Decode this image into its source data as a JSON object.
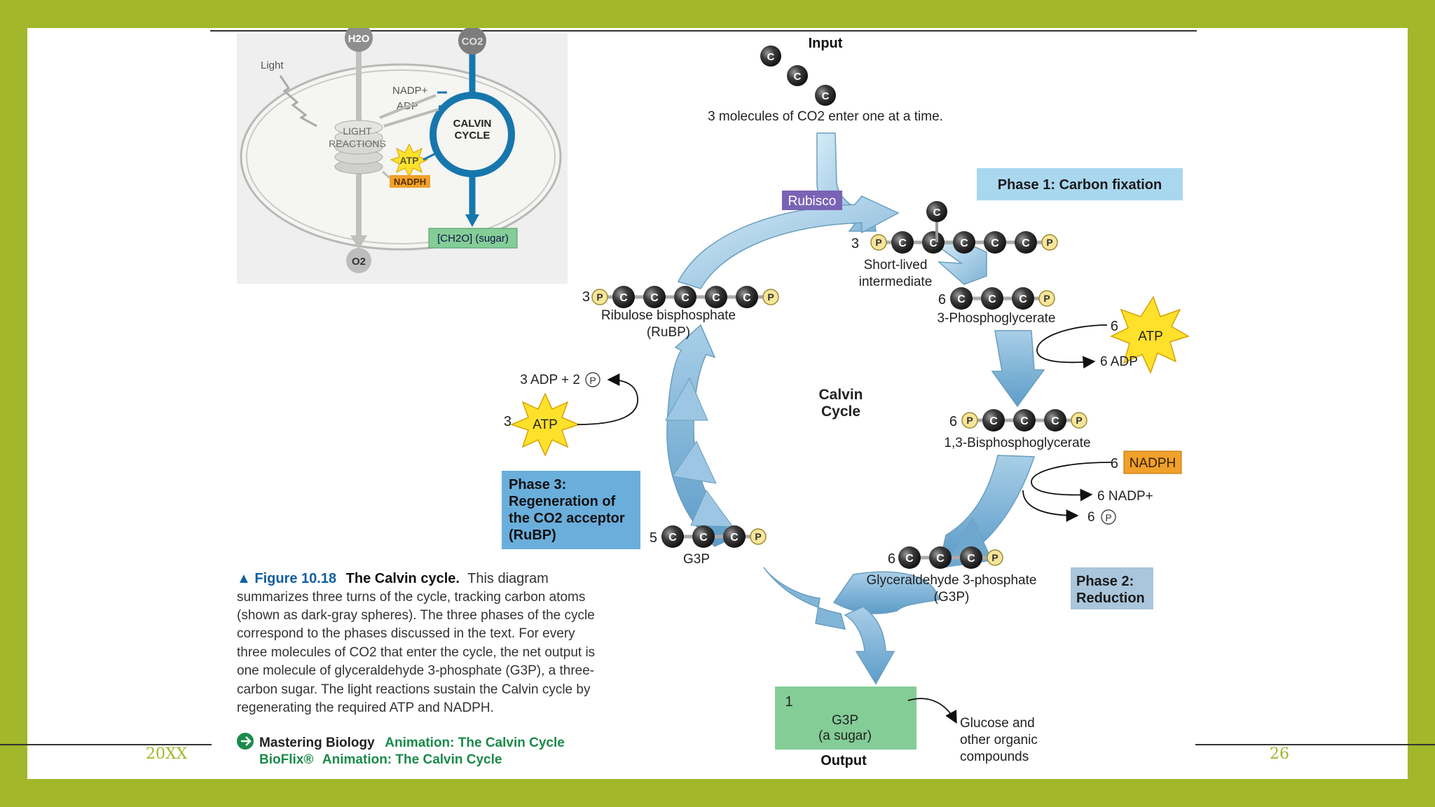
{
  "slide": {
    "footer_left": "20XX",
    "page_number": "26"
  },
  "inset": {
    "h2o": "H2O",
    "co2": "CO2",
    "light": "Light",
    "nadp_plus": "NADP+",
    "adp": "ADP",
    "light_reactions_1": "LIGHT",
    "light_reactions_2": "REACTIONS",
    "calvin_cycle_1": "CALVIN",
    "calvin_cycle_2": "CYCLE",
    "atp": "ATP",
    "nadph": "NADPH",
    "o2": "O2",
    "sugar": "[CH2O] (sugar)"
  },
  "cycle": {
    "input_label": "Input",
    "input_caption": "3 molecules of CO2 enter one at a time.",
    "rubisco": "Rubisco",
    "phase1": "Phase 1: Carbon fixation",
    "phase2_line1": "Phase 2:",
    "phase2_line2": "Reduction",
    "phase3_line1": "Phase 3:",
    "phase3_line2": "Regeneration of",
    "phase3_line3": "the CO2 acceptor",
    "phase3_line4": "(RuBP)",
    "center_line1": "Calvin",
    "center_line2": "Cycle",
    "intermediate_count": "3",
    "intermediate_line1": "Short-lived",
    "intermediate_line2": "intermediate",
    "pga_count": "6",
    "pga_name": "3-Phosphoglycerate",
    "atp_in_count": "6",
    "atp_label": "ATP",
    "adp_out": "6 ADP",
    "bpg_count": "6",
    "bpg_name": "1,3-Bisphosphoglycerate",
    "nadph_in_count": "6",
    "nadph_label": "NADPH",
    "nadp_out": "6 NADP+",
    "pi_out_count": "6",
    "g3p_count": "6",
    "g3p_name_line1": "Glyceraldehyde 3-phosphate",
    "g3p_name_line2": "(G3P)",
    "output_count": "1",
    "output_name_line1": "G3P",
    "output_name_line2": "(a sugar)",
    "output_label": "Output",
    "glucose_line1": "Glucose and",
    "glucose_line2": "other organic",
    "glucose_line3": "compounds",
    "g3p5_count": "5",
    "g3p5_name": "G3P",
    "atp3_count": "3",
    "adp_pi_out": "3 ADP + 2",
    "rubp_count": "3",
    "rubp_name_line1": "Ribulose bisphosphate",
    "rubp_name_line2": "(RuBP)",
    "carbon_symbol": "C",
    "phosphate_symbol": "P"
  },
  "caption": {
    "figure_label": "▲ Figure 10.18",
    "title": "The Calvin cycle.",
    "lines": [
      "This diagram",
      "summarizes three turns of the cycle, tracking carbon atoms",
      "(shown as dark-gray spheres). The three phases of the cycle",
      "correspond to the phases discussed in the text. For every",
      "three molecules of CO2 that enter the cycle, the net output is",
      "one molecule of glyceraldehyde 3-phosphate (G3P), a three-",
      "carbon sugar. The light reactions sustain the Calvin cycle by",
      "regenerating the required ATP and NADPH."
    ],
    "mastering": "Mastering Biology",
    "animation1": "Animation: The Calvin Cycle",
    "bioflix": "BioFlix®",
    "animation2": "Animation: The Calvin Cycle"
  },
  "colors": {
    "background": "#a2b72a",
    "phase_box": "#a9d7ee",
    "phase3_box": "#6aaedb",
    "phase2_box": "#a9c6dc",
    "rubisco": "#7a63b5",
    "output_box": "#84cd97",
    "nadph": "#f0a12b",
    "atp": "#ffe12b",
    "link_green": "#1a8a4a",
    "figure_blue": "#0f5f9e"
  }
}
